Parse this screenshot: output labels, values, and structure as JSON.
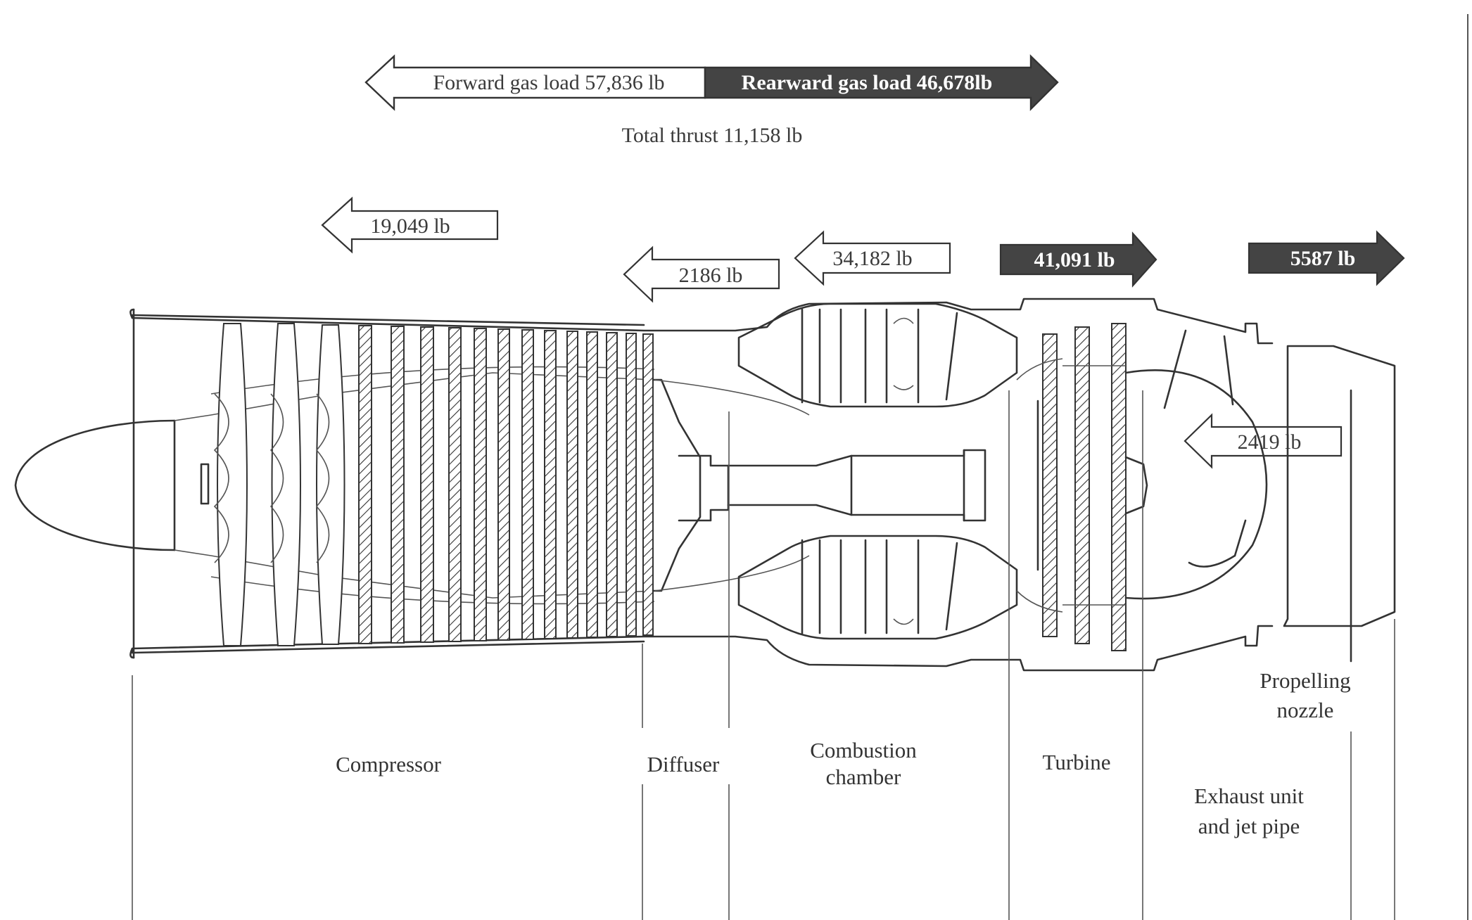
{
  "loads": {
    "forward_total": "Forward gas load 57,836 lb",
    "rearward_total": "Rearward gas load 46,678lb",
    "total_thrust": "Total thrust 11,158 lb",
    "compressor_load": "19,049 lb",
    "diffuser_load": "2186 lb",
    "combustion_load": "34,182 lb",
    "turbine_load": "41,091 lb",
    "nozzle_load": "5587 lb",
    "exhaust_load": "2419 lb"
  },
  "sections": {
    "compressor": "Compressor",
    "diffuser": "Diffuser",
    "combustion_line1": "Combustion",
    "combustion_line2": "chamber",
    "turbine": "Turbine",
    "exhaust_line1": "Exhaust unit",
    "exhaust_line2": "and jet pipe",
    "nozzle_line1": "Propelling",
    "nozzle_line2": "nozzle"
  },
  "colors": {
    "rearward_arrow_fill": "#444444",
    "forward_arrow_fill": "#ffffff",
    "line": "#333333"
  }
}
